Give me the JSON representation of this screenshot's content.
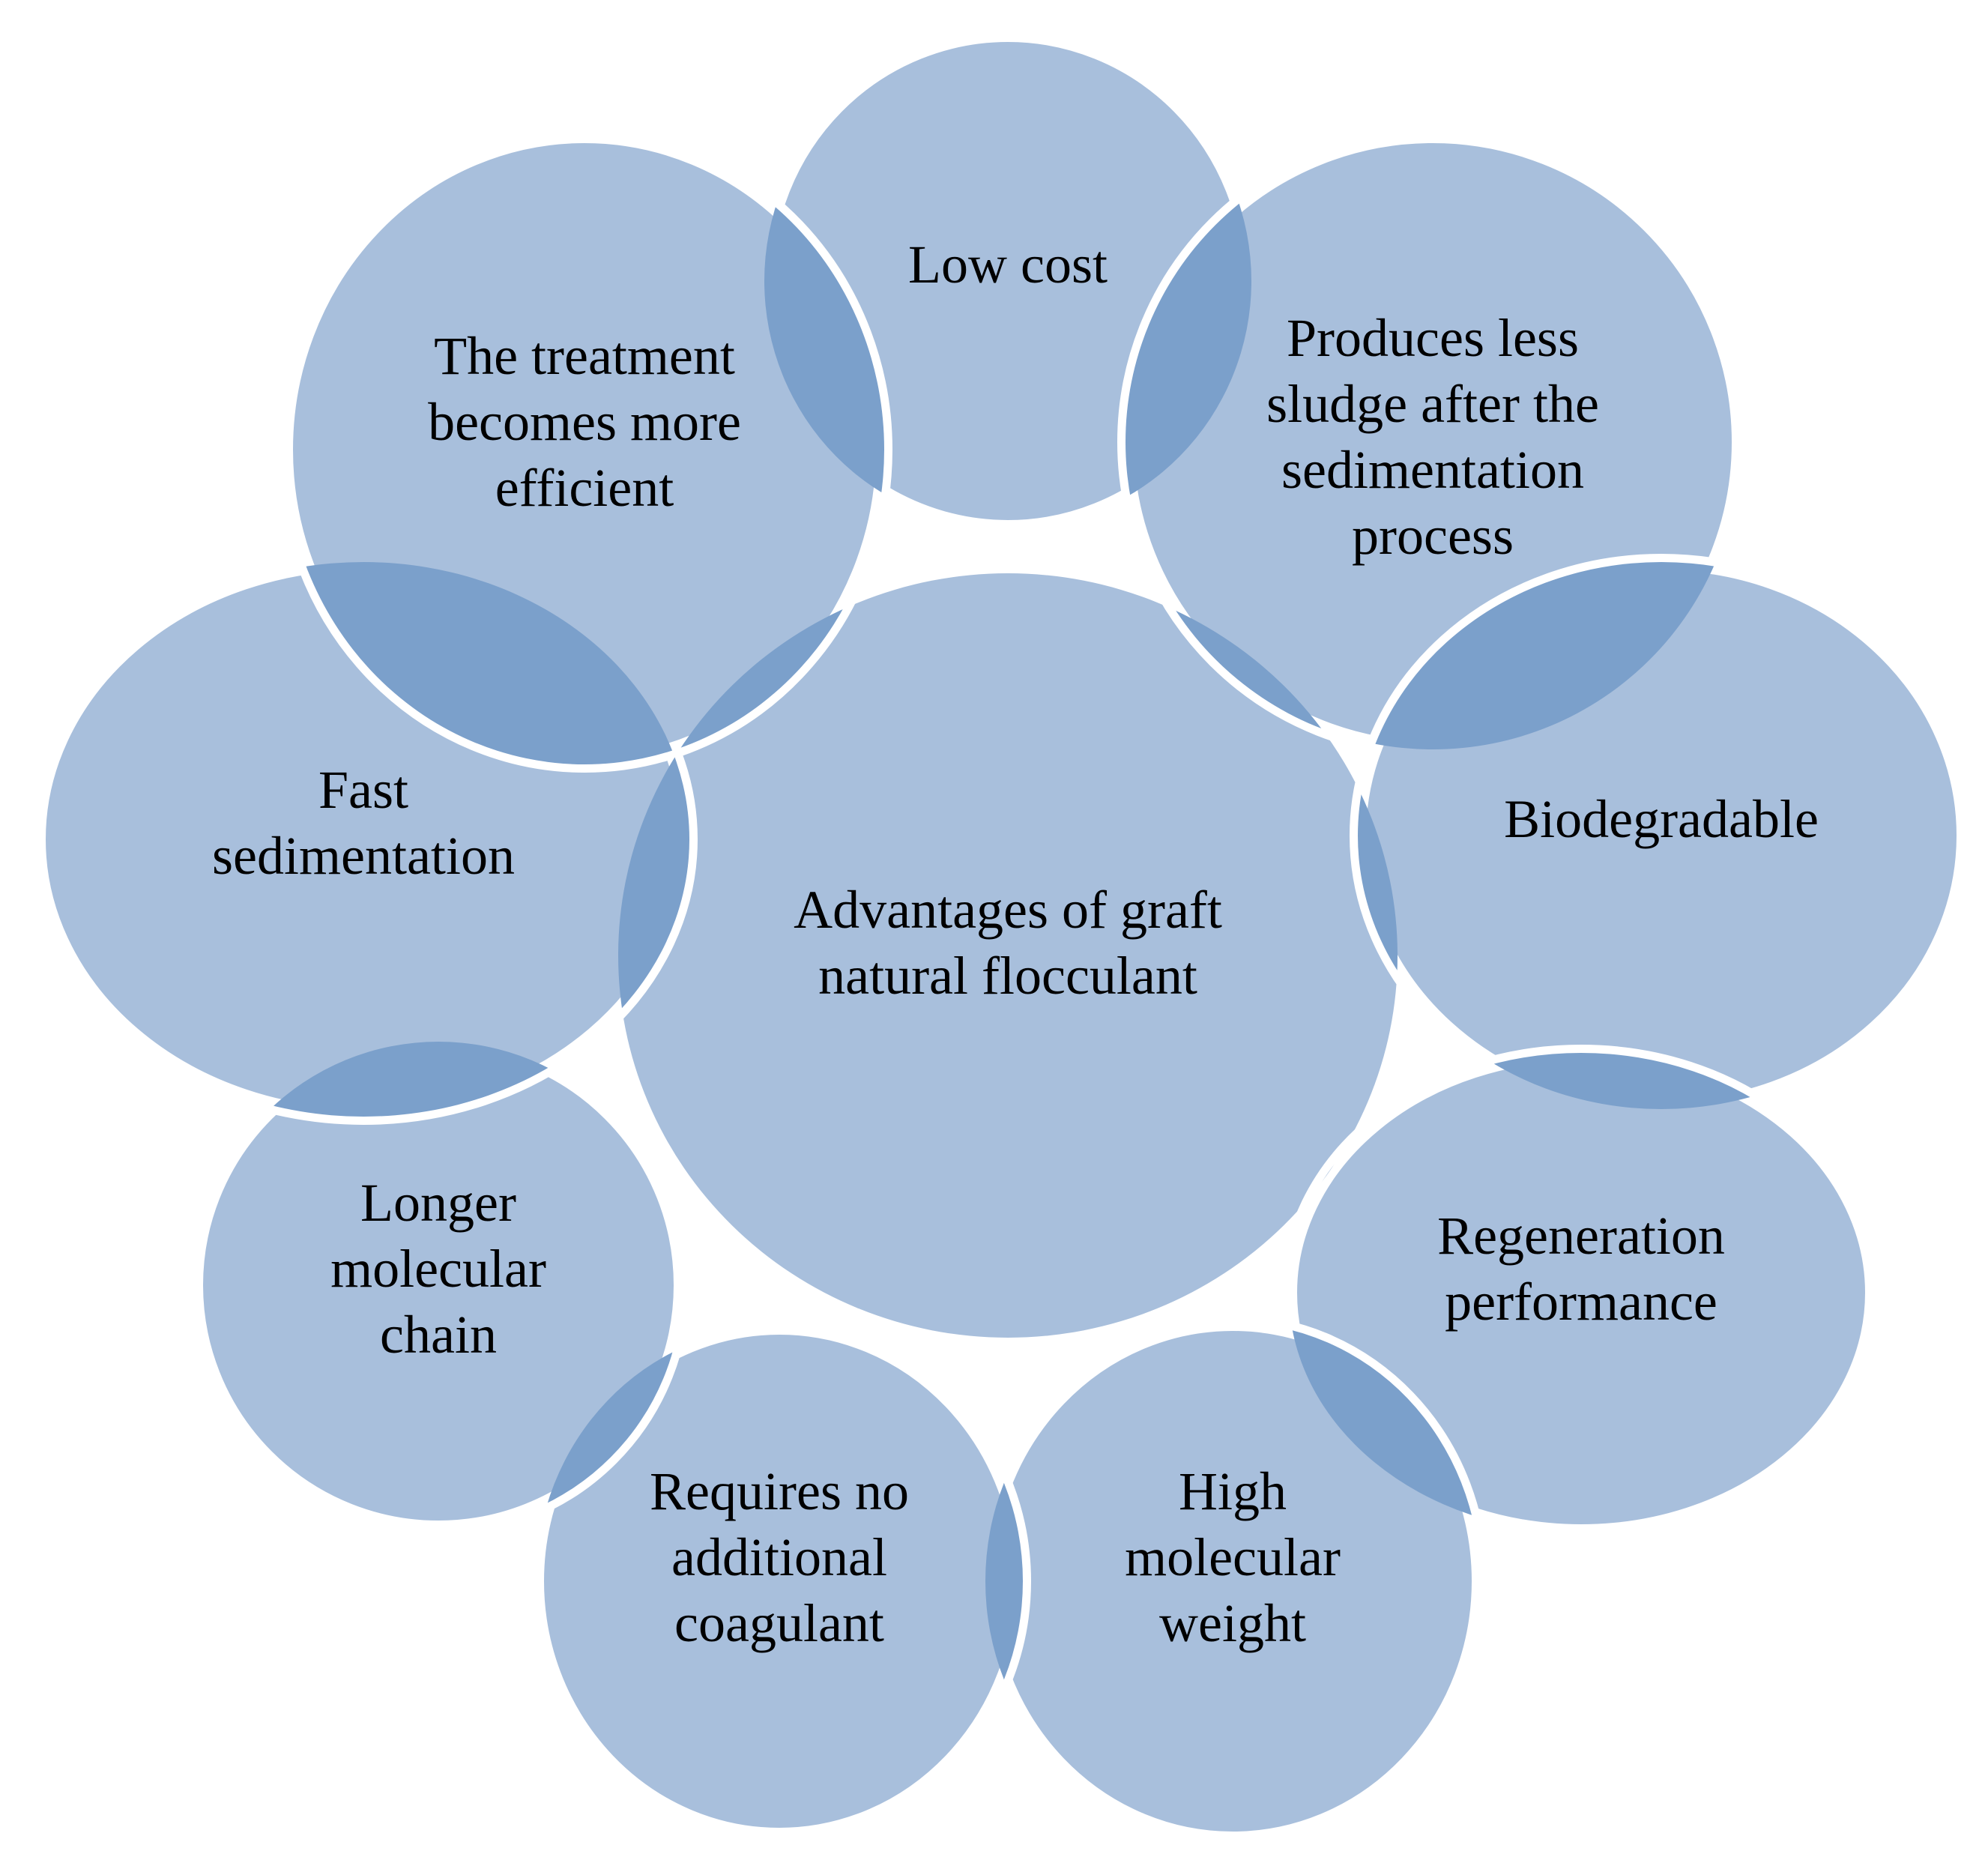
{
  "colors": {
    "bubble_fill": "#a8bfdc",
    "overlap_fill": "#7ba0cb",
    "separator": "#ffffff",
    "text": "#000000"
  },
  "center": {
    "lines": [
      "Advantages of graft",
      "natural flocculant"
    ]
  },
  "bubbles": [
    {
      "name": "low-cost",
      "lines": [
        "Low cost"
      ]
    },
    {
      "name": "less-sludge",
      "lines": [
        "Produces less",
        "sludge after the",
        "sedimentation",
        "process"
      ]
    },
    {
      "name": "biodegradable",
      "lines": [
        "Biodegradable"
      ]
    },
    {
      "name": "regeneration-performance",
      "lines": [
        "Regeneration",
        "performance"
      ]
    },
    {
      "name": "high-molecular-weight",
      "lines": [
        "High",
        "molecular",
        "weight"
      ]
    },
    {
      "name": "no-additional-coagulant",
      "lines": [
        "Requires no",
        "additional",
        "coagulant"
      ]
    },
    {
      "name": "longer-molecular-chain",
      "lines": [
        "Longer",
        "molecular",
        "chain"
      ]
    },
    {
      "name": "fast-sedimentation",
      "lines": [
        "Fast",
        "sedimentation"
      ]
    },
    {
      "name": "more-efficient-treatment",
      "lines": [
        "The treatment",
        "becomes more",
        "efficient"
      ]
    }
  ]
}
